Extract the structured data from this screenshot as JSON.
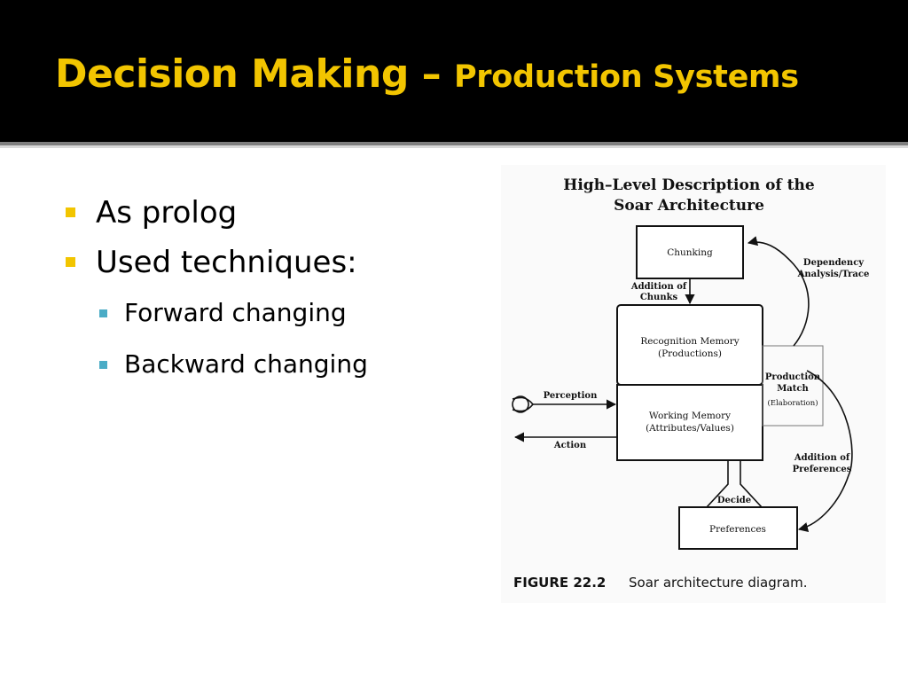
{
  "slide": {
    "title_main": "Decision Making – ",
    "title_sub": "Production Systems",
    "colors": {
      "title_bar": "#000000",
      "title_text": "#f2c500",
      "bullet_l1": "#f2c500",
      "bullet_l2": "#4bacc6"
    },
    "bullets": [
      {
        "text": "As prolog",
        "level": 1
      },
      {
        "text": "Used techniques:",
        "level": 1
      },
      {
        "text": "Forward changing",
        "level": 2
      },
      {
        "text": "Backward changing",
        "level": 2
      }
    ]
  },
  "figure": {
    "title_line1": "High–Level Description of the",
    "title_line2": "Soar Architecture",
    "chunking": "Chunking",
    "addition_of_chunks_1": "Addition of",
    "addition_of_chunks_2": "Chunks",
    "recognition_1": "Recognition Memory",
    "recognition_2": "(Productions)",
    "working_1": "Working Memory",
    "working_2": "(Attributes/Values)",
    "production_match_1": "Production",
    "production_match_2": "Match",
    "production_match_3": "(Elaboration)",
    "dependency_1": "Dependency",
    "dependency_2": "Analysis/Trace",
    "perception": "Perception",
    "action": "Action",
    "addition_prefs_1": "Addition of",
    "addition_prefs_2": "Preferences",
    "decide": "Decide",
    "preferences": "Preferences",
    "caption_num": "FIGURE 22.2",
    "caption_text": "Soar architecture diagram."
  }
}
